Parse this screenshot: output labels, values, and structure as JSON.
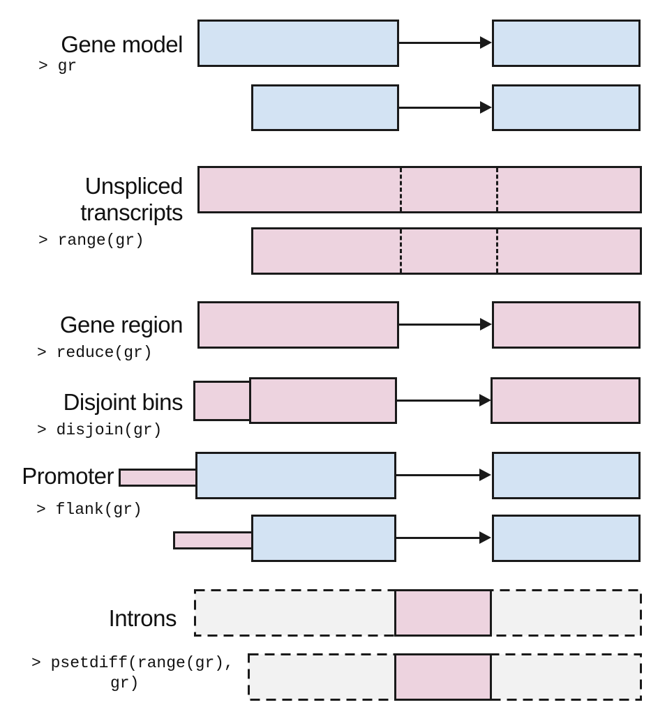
{
  "colors": {
    "exon_fill": "#d3e3f3",
    "range_fill": "#edd3df",
    "intron_fill": "#f2f2f2",
    "outline": "#1a1a1a",
    "page_bg": "#ffffff",
    "text_color": "#111111"
  },
  "sections": [
    {
      "name": "gene-model",
      "label": "Gene model",
      "code": "> gr"
    },
    {
      "name": "unspliced-transcripts",
      "label_line1": "Unspliced",
      "label_line2": "transcripts",
      "code": "> range(gr)"
    },
    {
      "name": "gene-region",
      "label": "Gene region",
      "code": "> reduce(gr)"
    },
    {
      "name": "disjoint-bins",
      "label": "Disjoint bins",
      "code": "> disjoin(gr)"
    },
    {
      "name": "promoter",
      "label": "Promoter",
      "code": "> flank(gr)"
    },
    {
      "name": "introns",
      "label": "Introns",
      "code_line1": "> psetdiff(range(gr),",
      "code_line2": "gr)"
    }
  ]
}
